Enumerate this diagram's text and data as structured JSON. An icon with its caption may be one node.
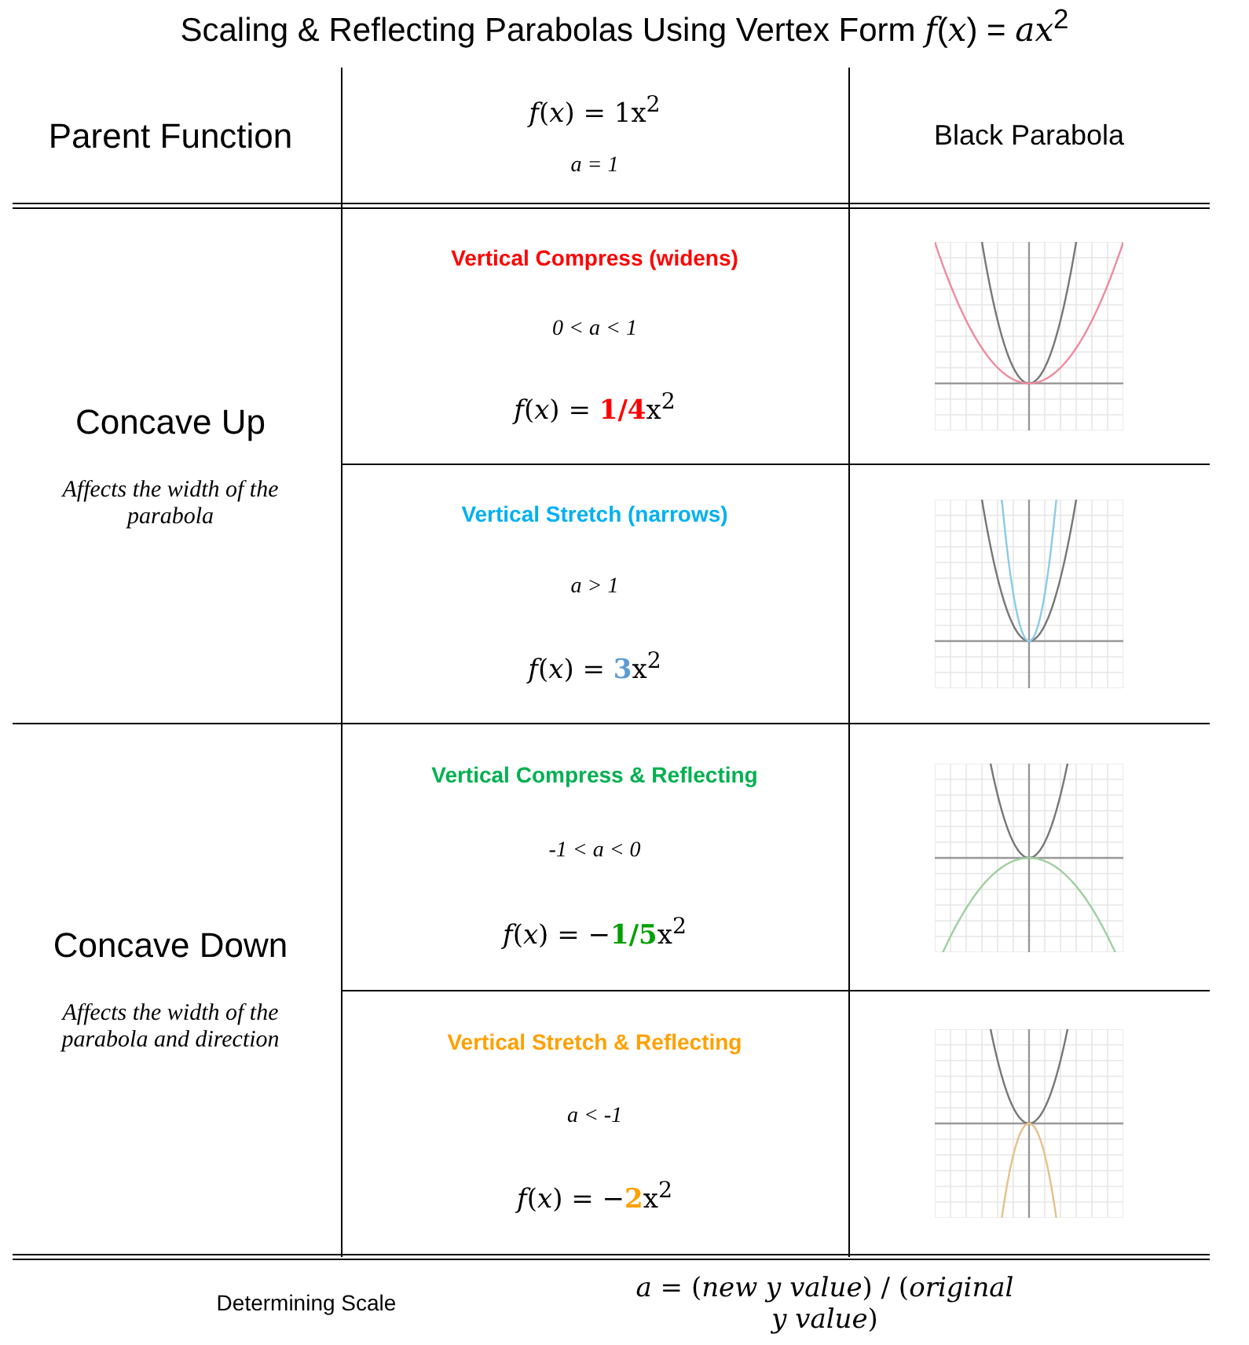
{
  "diagram": {
    "title": "Scaling & Reflecting Parabolas Using Vertex Form *f*(*x*) = *ax*$^{2}$",
    "labels": [
      "Parent Function",
      "*f*(*x*) = 1x$^{2}$",
      "a = 1",
      "Black Parabola",
      "Concave Up",
      "Affects the width of the parabola",
      "Vertical Compress (widens)",
      "0 < a < 1",
      "*f*(*x*) = **1/4**x$^{2}$",
      "Vertical Stretch (narrows)",
      "a > 1",
      "*f*(*x*) = **3**x$^{2}$",
      "Concave Down",
      "Affects the width of the parabola and direction",
      "Vertical Compress & Reflecting",
      "-1 < a < 0",
      "*f*(*x*) = −**1/5**x$^{2}$",
      "Vertical Stretch & Reflecting",
      "a < -1",
      "*f*(*x*) = −**2**x$^{2}$",
      "Determining Scale",
      "*a* = (*new y value*) / (*original y value*)"
    ]
  }
}
